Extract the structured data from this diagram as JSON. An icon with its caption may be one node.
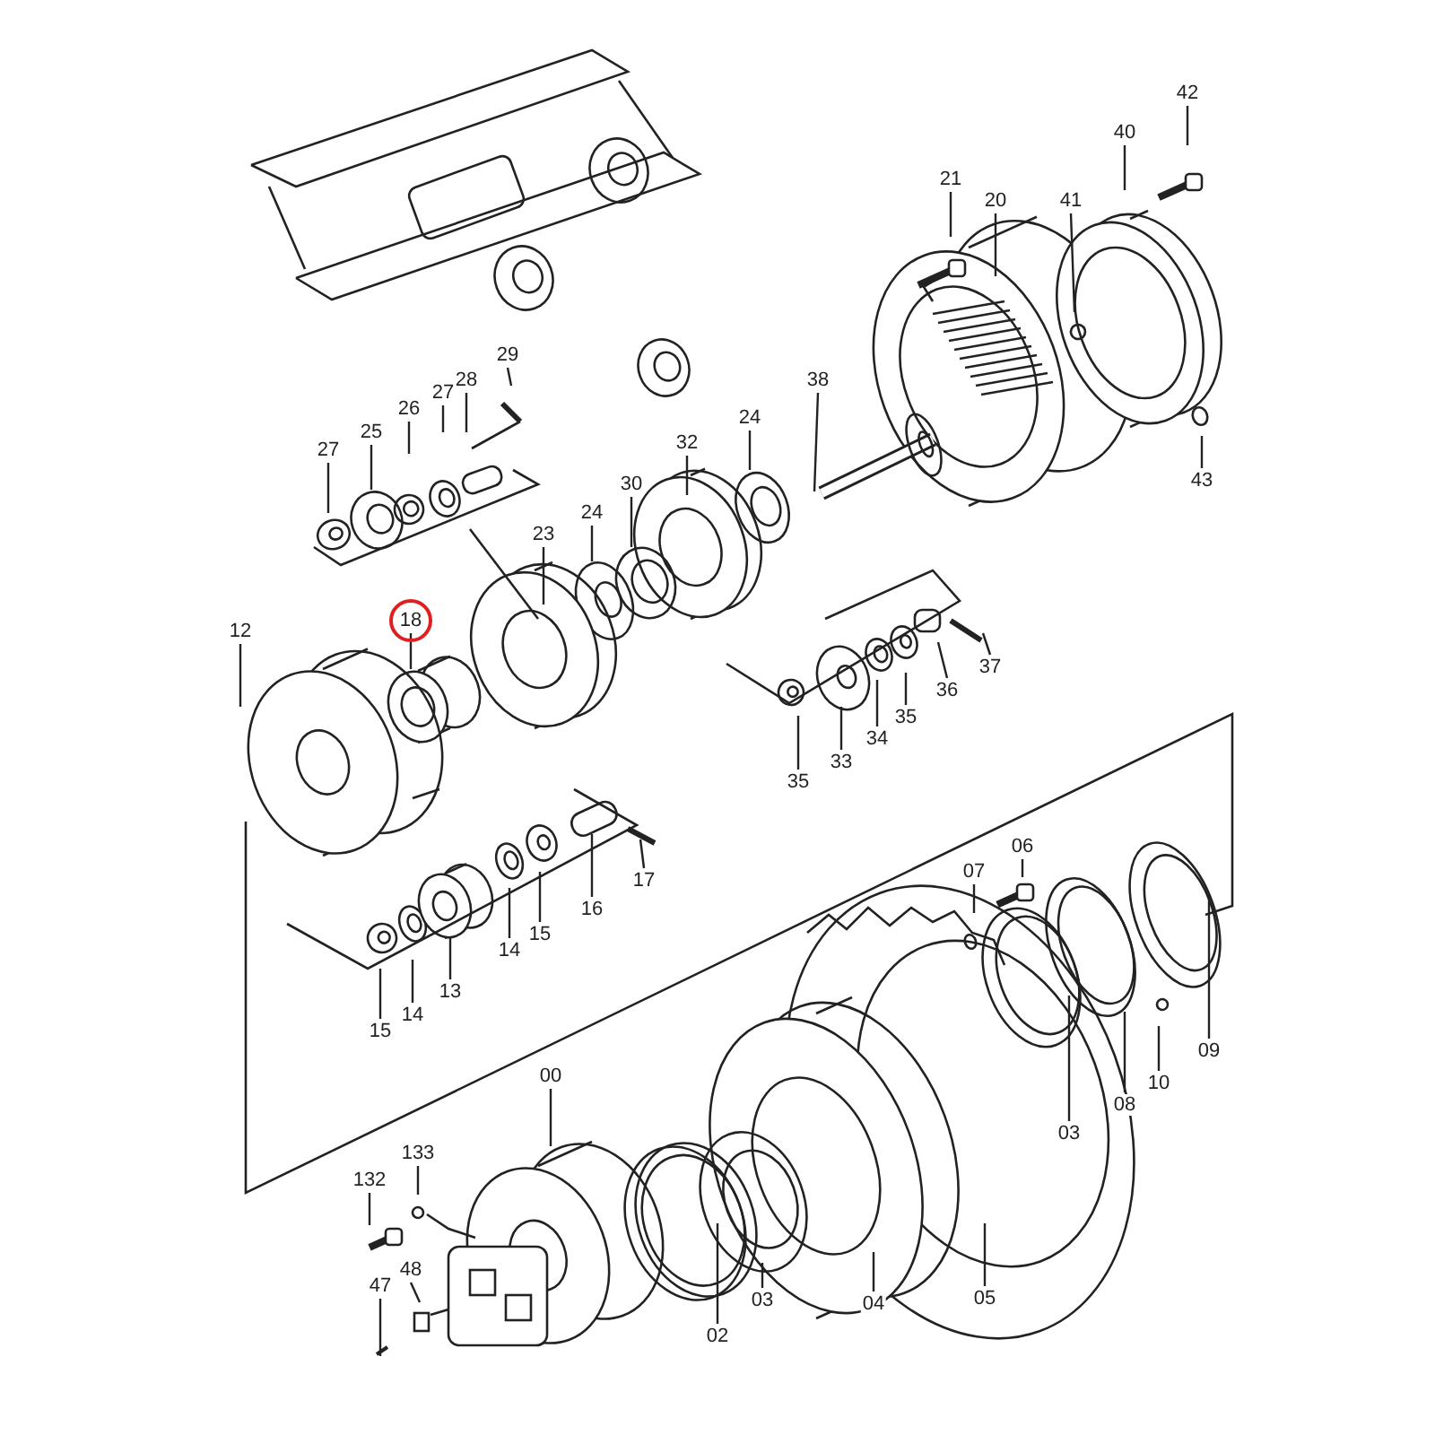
{
  "diagram": {
    "nodes": [
      {
        "text": [
          "42"
        ]
      },
      {
        "text": [
          "40"
        ]
      },
      {
        "text": [
          "21"
        ]
      },
      {
        "text": [
          "20"
        ]
      },
      {
        "text": [
          "41"
        ]
      },
      {
        "text": [
          "29"
        ]
      },
      {
        "text": [
          "28"
        ]
      },
      {
        "text": [
          "27"
        ]
      },
      {
        "text": [
          "26"
        ]
      },
      {
        "text": [
          "25"
        ]
      },
      {
        "text": [
          "27"
        ]
      },
      {
        "text": [
          "38"
        ]
      },
      {
        "text": [
          "24"
        ]
      },
      {
        "text": [
          "32"
        ]
      },
      {
        "text": [
          "43"
        ]
      },
      {
        "text": [
          "24"
        ]
      },
      {
        "text": [
          "30"
        ]
      },
      {
        "text": [
          "23"
        ]
      },
      {
        "text": [
          "18"
        ]
      },
      {
        "text": [
          "12"
        ]
      },
      {
        "text": [
          "37"
        ]
      },
      {
        "text": [
          "36"
        ]
      },
      {
        "text": [
          "35"
        ]
      },
      {
        "text": [
          "34"
        ]
      },
      {
        "text": [
          "33"
        ]
      },
      {
        "text": [
          "35"
        ]
      },
      {
        "text": [
          "17"
        ]
      },
      {
        "text": [
          "16"
        ]
      },
      {
        "text": [
          "07"
        ]
      },
      {
        "text": [
          "06"
        ]
      },
      {
        "text": [
          "15"
        ]
      },
      {
        "text": [
          "14"
        ]
      },
      {
        "text": [
          "13"
        ]
      },
      {
        "text": [
          "14"
        ]
      },
      {
        "text": [
          "15"
        ]
      },
      {
        "text": [
          "09"
        ]
      },
      {
        "text": [
          "10"
        ]
      },
      {
        "text": [
          "08"
        ]
      },
      {
        "text": [
          "03"
        ]
      },
      {
        "text": [
          "05"
        ]
      },
      {
        "text": [
          "04"
        ]
      },
      {
        "text": [
          "03"
        ]
      },
      {
        "text": [
          "02"
        ]
      },
      {
        "text": [
          "00"
        ]
      },
      {
        "text": [
          "133"
        ]
      },
      {
        "text": [
          "132"
        ]
      },
      {
        "text": [
          "47"
        ]
      },
      {
        "text": [
          "48"
        ]
      }
    ],
    "edges": [
      {
        "from": 0,
        "to": null,
        "arrow": "none"
      },
      {
        "from": 1,
        "to": null,
        "arrow": "none"
      },
      {
        "from": 2,
        "to": null,
        "arrow": "none"
      },
      {
        "from": 3,
        "to": null,
        "arrow": "none"
      },
      {
        "from": 4,
        "to": null,
        "arrow": "none"
      },
      {
        "from": 5,
        "to": null,
        "arrow": "none"
      },
      {
        "from": 6,
        "to": null,
        "arrow": "none"
      },
      {
        "from": 7,
        "to": null,
        "arrow": "none"
      },
      {
        "from": 8,
        "to": null,
        "arrow": "none"
      },
      {
        "from": 9,
        "to": null,
        "arrow": "none"
      },
      {
        "from": 10,
        "to": null,
        "arrow": "none"
      },
      {
        "from": 11,
        "to": null,
        "arrow": "none"
      },
      {
        "from": 12,
        "to": null,
        "arrow": "none"
      },
      {
        "from": 13,
        "to": null,
        "arrow": "none"
      },
      {
        "from": 14,
        "to": null,
        "arrow": "none"
      },
      {
        "from": 15,
        "to": null,
        "arrow": "none"
      },
      {
        "from": 16,
        "to": null,
        "arrow": "none"
      },
      {
        "from": 17,
        "to": null,
        "arrow": "none"
      },
      {
        "from": 18,
        "to": null,
        "arrow": "none"
      },
      {
        "from": 19,
        "to": null,
        "arrow": "none"
      },
      {
        "from": 20,
        "to": null,
        "arrow": "none"
      },
      {
        "from": 21,
        "to": null,
        "arrow": "none"
      },
      {
        "from": 22,
        "to": null,
        "arrow": "none"
      },
      {
        "from": 23,
        "to": null,
        "arrow": "none"
      },
      {
        "from": 24,
        "to": null,
        "arrow": "none"
      },
      {
        "from": 25,
        "to": null,
        "arrow": "none"
      },
      {
        "from": 26,
        "to": null,
        "arrow": "none"
      },
      {
        "from": 27,
        "to": null,
        "arrow": "none"
      },
      {
        "from": 28,
        "to": null,
        "arrow": "none"
      },
      {
        "from": 29,
        "to": null,
        "arrow": "none"
      },
      {
        "from": 30,
        "to": null,
        "arrow": "none"
      },
      {
        "from": 31,
        "to": null,
        "arrow": "none"
      },
      {
        "from": 32,
        "to": null,
        "arrow": "none"
      },
      {
        "from": 33,
        "to": null,
        "arrow": "none"
      },
      {
        "from": 34,
        "to": null,
        "arrow": "none"
      },
      {
        "from": 35,
        "to": null,
        "arrow": "none"
      },
      {
        "from": 36,
        "to": null,
        "arrow": "none"
      },
      {
        "from": 37,
        "to": null,
        "arrow": "none"
      },
      {
        "from": 38,
        "to": null,
        "arrow": "none"
      },
      {
        "from": 39,
        "to": null,
        "arrow": "none"
      },
      {
        "from": 40,
        "to": null,
        "arrow": "none"
      },
      {
        "from": 41,
        "to": null,
        "arrow": "none"
      },
      {
        "from": 42,
        "to": null,
        "arrow": "none"
      },
      {
        "from": 43,
        "to": null,
        "arrow": "none"
      },
      {
        "from": 44,
        "to": null,
        "arrow": "none"
      },
      {
        "from": 45,
        "to": null,
        "arrow": "none"
      },
      {
        "from": 46,
        "to": null,
        "arrow": "none"
      },
      {
        "from": 47,
        "to": null,
        "arrow": "none"
      }
    ]
  }
}
